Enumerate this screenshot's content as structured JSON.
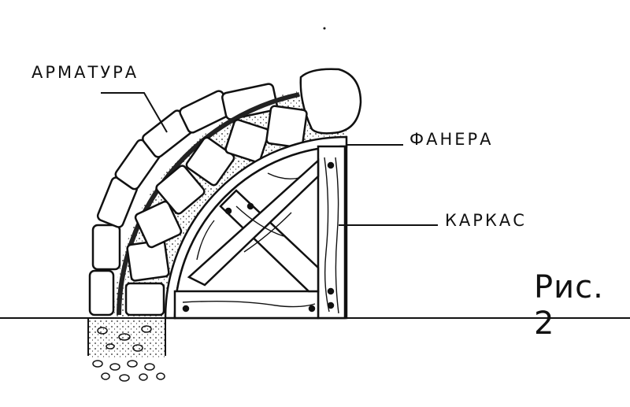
{
  "labels": {
    "rebar": "АРМАТУРА",
    "plywood": "ФАНЕРА",
    "frame": "КАРКАС"
  },
  "caption": "Рис. 2",
  "colors": {
    "ink": "#111111",
    "paper": "#ffffff"
  }
}
